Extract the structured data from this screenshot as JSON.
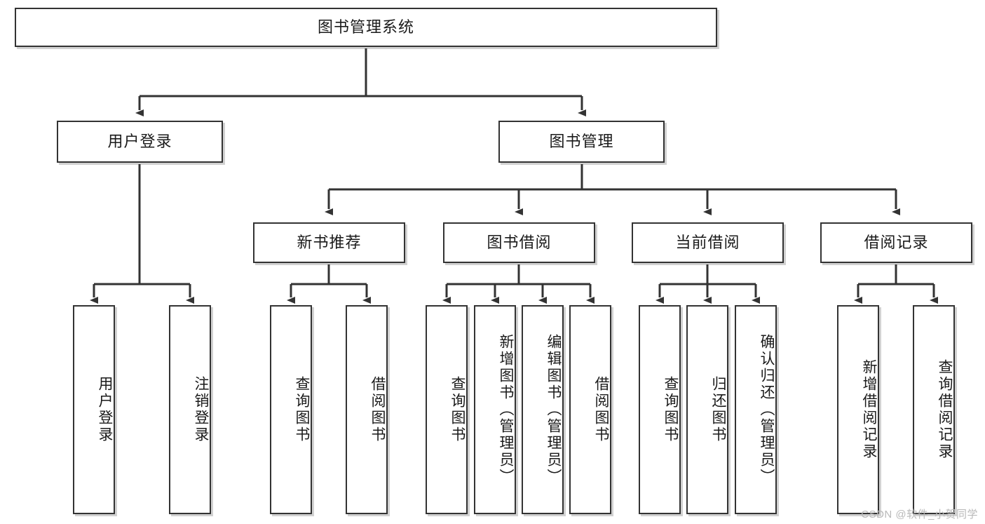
{
  "diagram": {
    "title": "图书管理系统",
    "type": "tree-hierarchy",
    "orientation": "top-down",
    "colors": {
      "box_border": "#333333",
      "box_fill": "#ffffff",
      "edge": "#333333",
      "text": "#1a1a1a",
      "watermark": "#b9b9b9",
      "background": "#ffffff"
    }
  },
  "root": {
    "label": "图书管理系统"
  },
  "level1": [
    {
      "label": "用户登录"
    },
    {
      "label": "图书管理"
    }
  ],
  "level2": [
    {
      "label": "新书推荐"
    },
    {
      "label": "图书借阅"
    },
    {
      "label": "当前借阅"
    },
    {
      "label": "借阅记录"
    }
  ],
  "leaves": {
    "user_login": [
      {
        "label": "用户登录"
      },
      {
        "label": "注销登录"
      }
    ],
    "new_book_recommend": [
      {
        "label": "查询图书"
      },
      {
        "label": "借阅图书"
      }
    ],
    "book_borrow": [
      {
        "label": "查询图书"
      },
      {
        "label": "新增图书（管理员）"
      },
      {
        "label": "编辑图书（管理员）"
      },
      {
        "label": "借阅图书"
      }
    ],
    "current_borrow": [
      {
        "label": "查询图书"
      },
      {
        "label": "归还图书"
      },
      {
        "label": "确认归还（管理员）"
      }
    ],
    "borrow_record": [
      {
        "label": "新增借阅记录"
      },
      {
        "label": "查询借阅记录"
      }
    ]
  },
  "watermark": {
    "text": "CSDN @软件_小贺同学"
  }
}
